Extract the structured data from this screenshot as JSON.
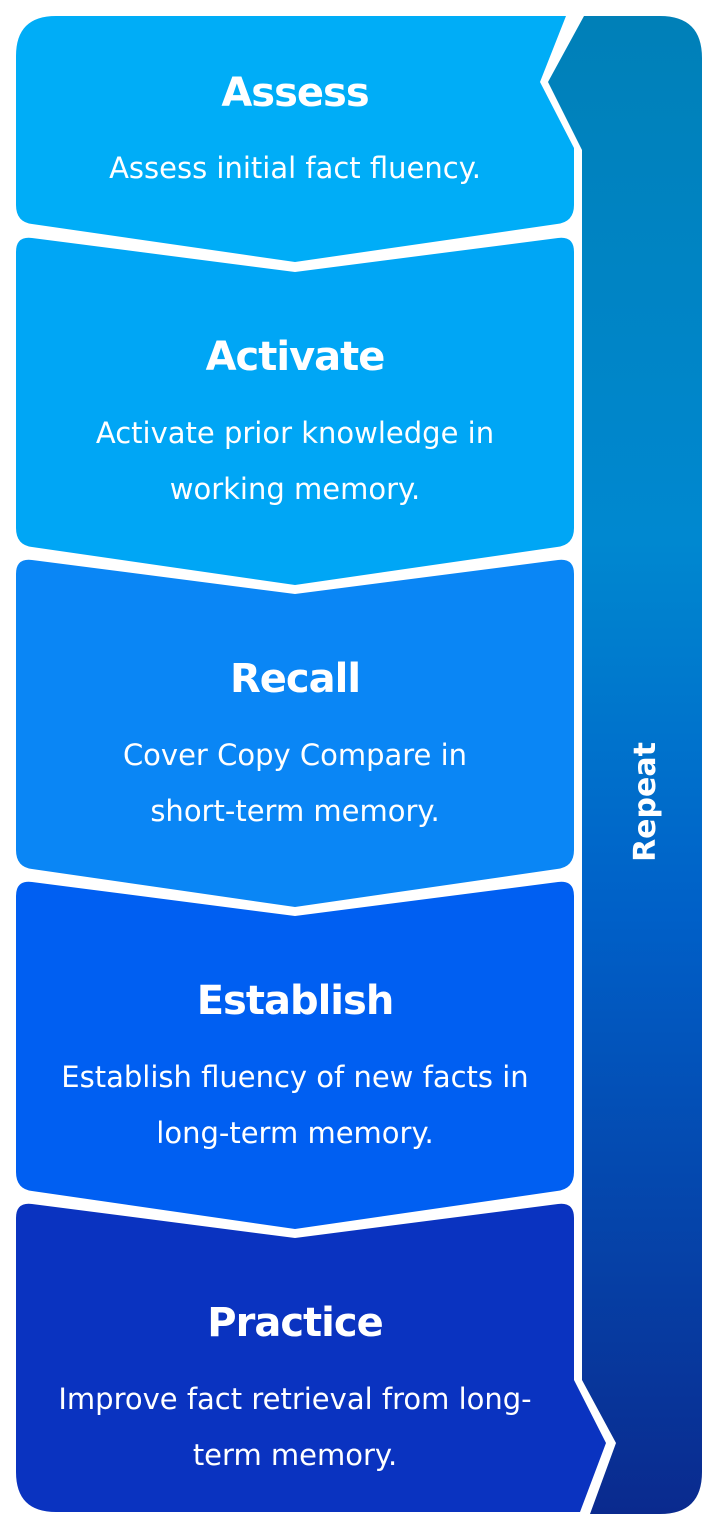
{
  "colors": {
    "assess": "#00adf7",
    "activate": "#00a6f5",
    "recall": "#0a86f5",
    "establish": "#005ff2",
    "practice": "#0a33c0",
    "band_top": "#0084c0",
    "band_bottom": "#0a2a8e"
  },
  "steps": [
    {
      "title": "Assess",
      "description": "Assess initial fact fluency."
    },
    {
      "title": "Activate",
      "description": "Activate prior knowledge in working memory."
    },
    {
      "title": "Recall",
      "description": "Cover Copy Compare in short-term memory."
    },
    {
      "title": "Establish",
      "description": "Establish fluency of new facts in long-term memory."
    },
    {
      "title": "Practice",
      "description": "Improve fact retrieval from long-term memory."
    }
  ],
  "repeat": {
    "label": "Repeat",
    "icon": "refresh-icon"
  }
}
